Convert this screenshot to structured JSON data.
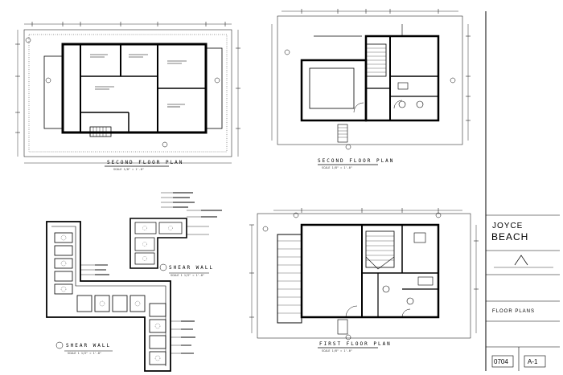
{
  "drawings": {
    "top_left": {
      "title": "SECOND FLOOR PLAN",
      "scale": "SCALE 1/8\" = 1'-0\""
    },
    "top_right": {
      "title": "SECOND FLOOR PLAN",
      "scale": "SCALE 1/8\" = 1'-0\""
    },
    "detail_a": {
      "title": "SHEAR WALL",
      "scale": "SCALE 1 1/2\" = 1'-0\""
    },
    "detail_b": {
      "title": "SHEAR WALL",
      "scale": "SCALE 1 1/2\" = 1'-0\""
    },
    "bottom_right": {
      "title": "FIRST FLOOR PLAN",
      "scale": "SCALE 1/8\" = 1'-0\""
    }
  },
  "title_block": {
    "project_line1": "JOYCE",
    "project_line2": "BEACH",
    "sheet_title": "FLOOR PLANS",
    "job_number": "0704",
    "sheet_number": "A-1"
  }
}
